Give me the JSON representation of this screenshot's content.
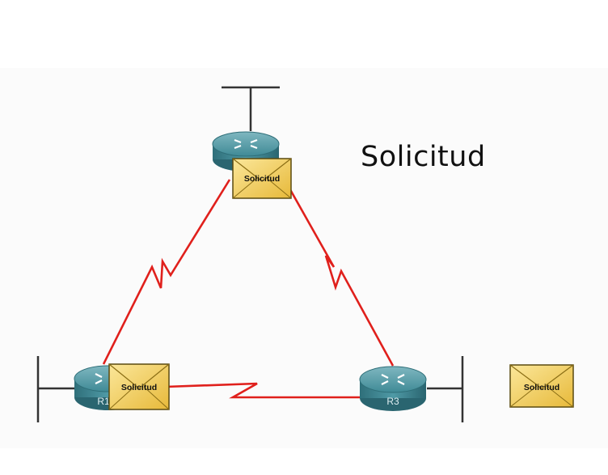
{
  "diagram": {
    "caption": "Solicitud",
    "routers": [
      {
        "id": "top",
        "label": ""
      },
      {
        "id": "r1",
        "label": "R1"
      },
      {
        "id": "r3",
        "label": "R3"
      }
    ],
    "envelopes": [
      {
        "id": "top",
        "label": "Solicitud"
      },
      {
        "id": "r1",
        "label": "Solicitud"
      },
      {
        "id": "standalone",
        "label": "Solicitud"
      }
    ],
    "link_color": "#e0201c",
    "router_color": "#3f8a96",
    "envelope_color": "#f3d56a"
  }
}
